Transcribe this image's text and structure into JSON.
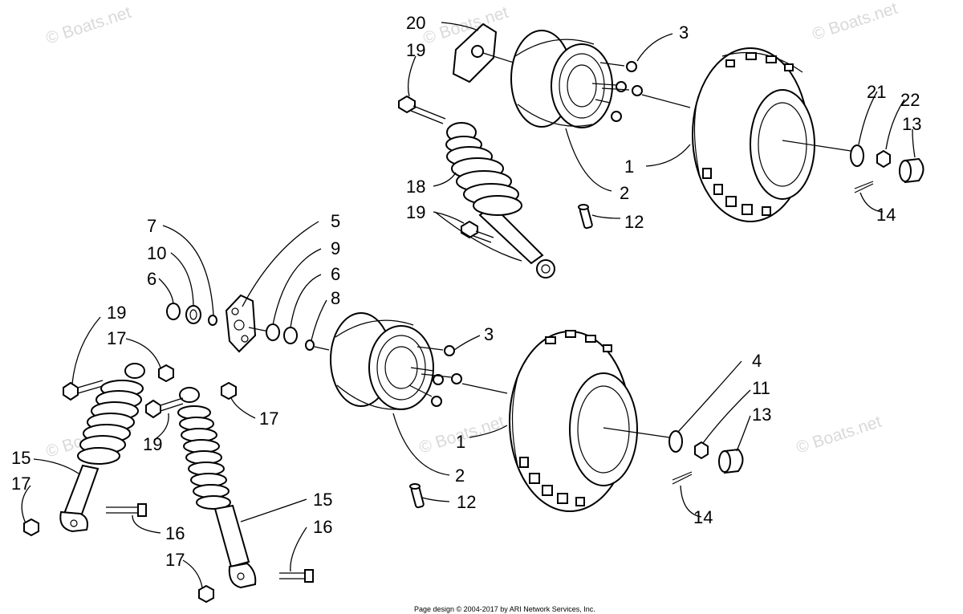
{
  "watermark": "© Boats.net",
  "footer": "Page design © 2004-2017 by ARI Network Services, Inc.",
  "callouts": {
    "c1a": "1",
    "c2a": "2",
    "c3a": "3",
    "c12a": "12",
    "c13a": "13",
    "c14a": "14",
    "c18": "18",
    "c19a": "19",
    "c19b": "19",
    "c20": "20",
    "c21": "21",
    "c22": "22",
    "c1b": "1",
    "c2b": "2",
    "c3b": "3",
    "c4": "4",
    "c5": "5",
    "c6a": "6",
    "c6b": "6",
    "c7": "7",
    "c8": "8",
    "c9": "9",
    "c10": "10",
    "c11": "11",
    "c12b": "12",
    "c13b": "13",
    "c14b": "14",
    "c15a": "15",
    "c15b": "15",
    "c16a": "16",
    "c16b": "16",
    "c17a": "17",
    "c17b": "17",
    "c17c": "17",
    "c17d": "17",
    "c19c": "19",
    "c19d": "19"
  }
}
